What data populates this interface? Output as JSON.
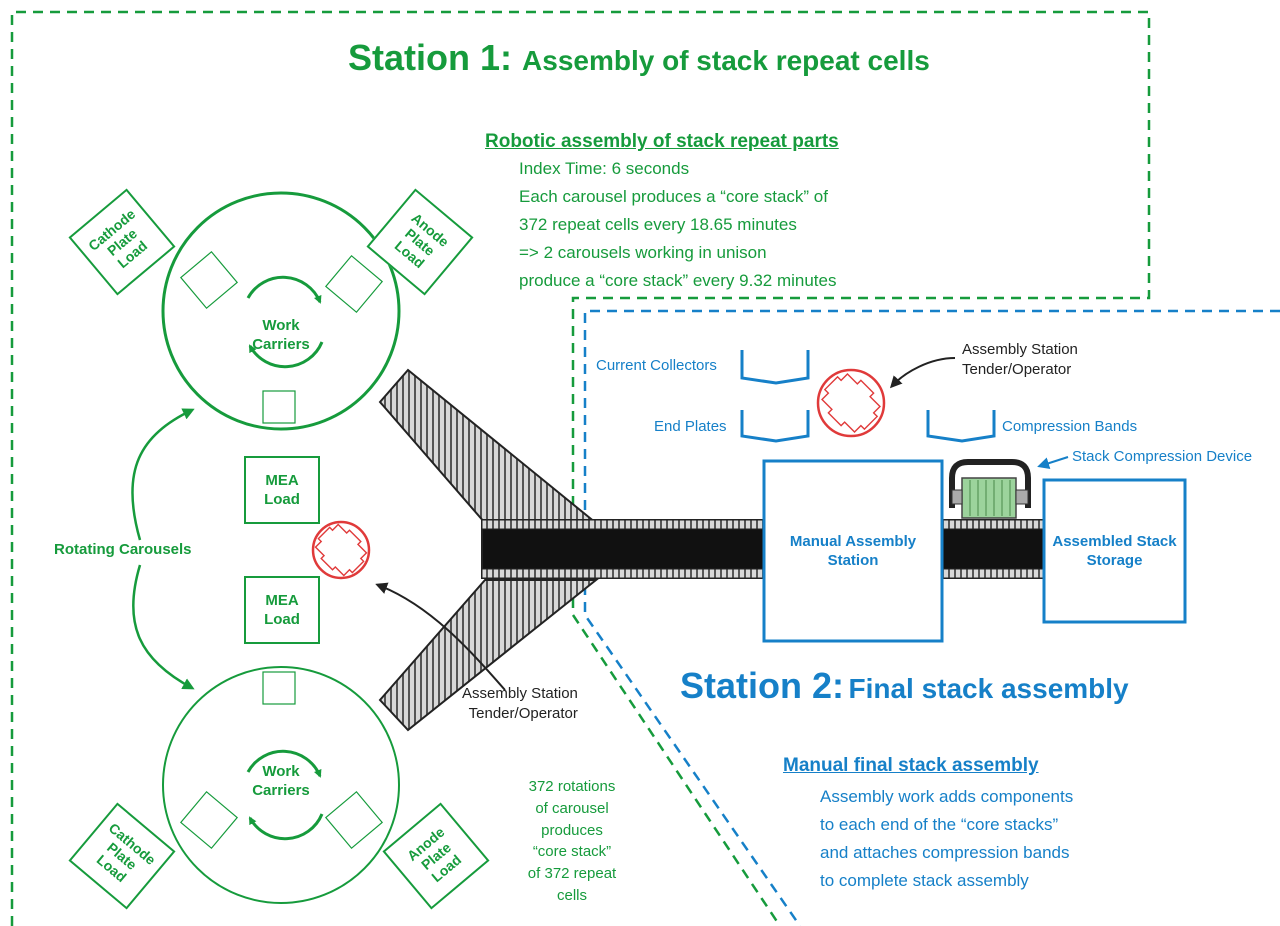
{
  "station1": {
    "title_big": "Station 1:",
    "title_small": "Assembly of stack repeat cells",
    "section_heading": "Robotic assembly of stack repeat parts",
    "lines": [
      "Index Time: 6 seconds",
      "Each carousel produces a “core stack” of",
      "372 repeat cells every 18.65 minutes",
      "=> 2 carousels working in unison",
      "produce a “core stack” every 9.32 minutes"
    ],
    "top_carousel": {
      "left_box": "Cathode\nPlate\nLoad",
      "right_box": "Anode\nPlate\nLoad",
      "center": "Work\nCarriers"
    },
    "bottom_carousel": {
      "left_box": "Cathode\nPlate\nLoad",
      "right_box": "Anode\nPlate\nLoad",
      "center": "Work\nCarriers"
    },
    "mea_top": "MEA\nLoad",
    "mea_bottom": "MEA\nLoad",
    "rotating_label": "Rotating Carousels",
    "operator_label": "Assembly Station\nTender/Operator",
    "rotation_note": "372 rotations\nof carousel\nproduces\n“core stack”\nof 372 repeat\ncells"
  },
  "station2": {
    "title_big": "Station 2:",
    "title_small": "Final stack assembly",
    "section_heading": "Manual final stack assembly",
    "lines": [
      "Assembly work adds components",
      "to each end of the “core stacks”",
      "and attaches compression bands",
      "to complete stack assembly"
    ],
    "current_collectors": "Current Collectors",
    "end_plates": "End Plates",
    "compression_bands": "Compression Bands",
    "stack_compression_device": "Stack Compression Device",
    "manual_station": "Manual Assembly\nStation",
    "storage": "Assembled Stack\nStorage",
    "operator_label": "Assembly Station\nTender/Operator"
  },
  "colors": {
    "station1": "#169b3c",
    "station2": "#1680c8",
    "operator": "#e03a3a"
  }
}
